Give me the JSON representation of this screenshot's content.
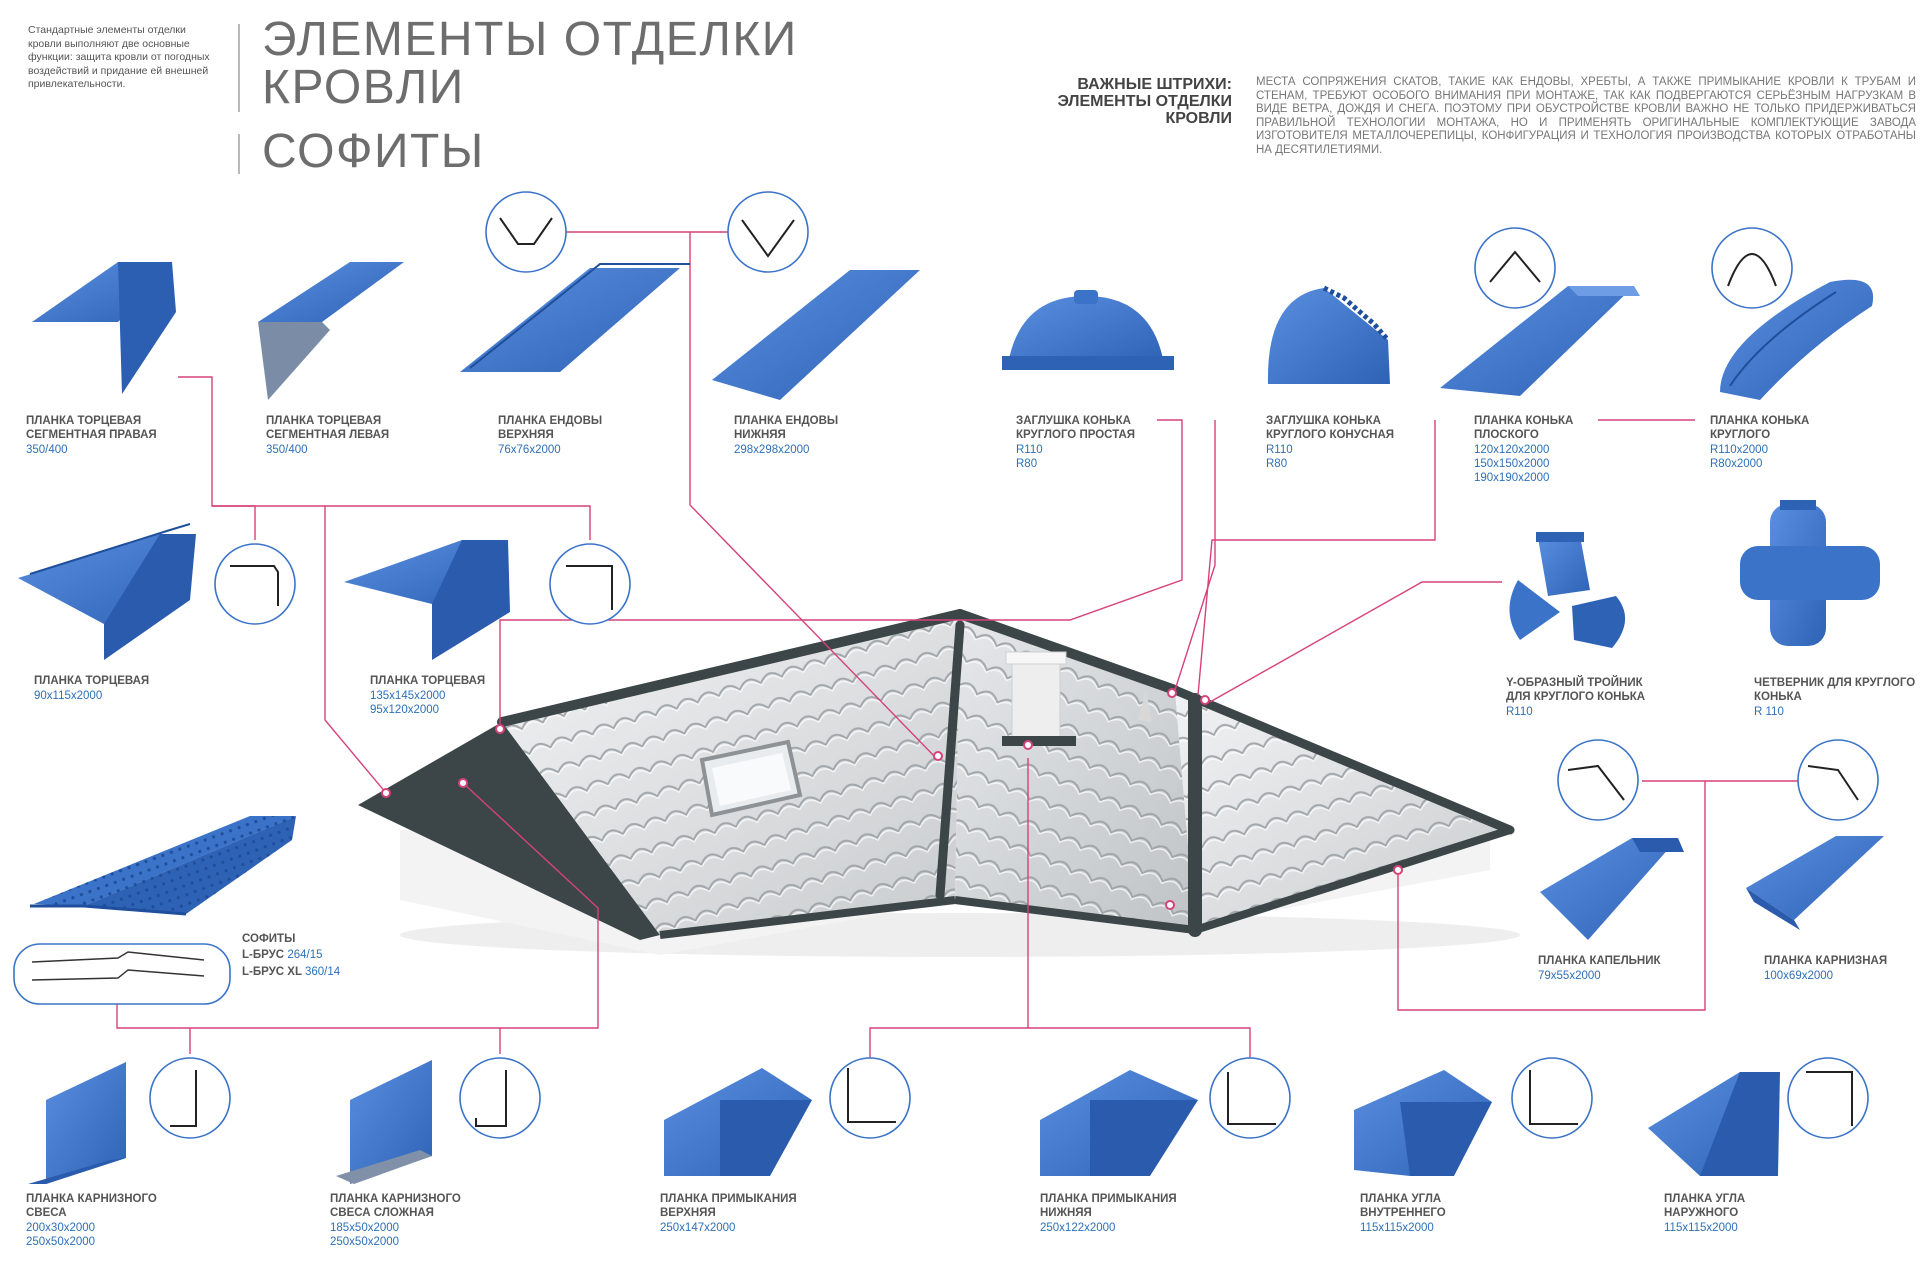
{
  "intro": "Стандартные элементы отделки кровли выполняют две основные функции: защита кровли от погодных воздействий и придание ей внешней привлекательности.",
  "title_line1": "ЭЛЕМЕНТЫ ОТДЕЛКИ",
  "title_line2": "КРОВЛИ",
  "subtitle": "СОФИТЫ",
  "note_heading": "ВАЖНЫЕ ШТРИХИ: ЭЛЕМЕНТЫ ОТДЕЛКИ КРОВЛИ",
  "note_body": "МЕСТА СОПРЯЖЕНИЯ СКАТОВ, ТАКИЕ КАК ЕНДОВЫ, ХРЕБТЫ, А ТАКЖЕ ПРИМЫКАНИЕ КРОВЛИ К ТРУБАМ И СТЕНАМ, ТРЕБУЮТ ОСОБОГО ВНИМАНИЯ ПРИ МОНТАЖЕ, ТАК КАК ПОДВЕРГАЮТСЯ СЕРЬЁЗНЫМ НАГРУЗКАМ В ВИДЕ ВЕТРА, ДОЖДЯ И СНЕГА. ПОЭТОМУ ПРИ ОБУСТРОЙСТВЕ КРОВЛИ ВАЖНО НЕ ТОЛЬКО ПРИДЕРЖИВАТЬСЯ ПРАВИЛЬНОЙ ТЕХНОЛОГИИ МОНТАЖА, НО И ПРИМЕНЯТЬ ОРИГИНАЛЬНЫЕ КОМПЛЕКТУЮЩИЕ ЗАВОДА ИЗГОТОВИТЕЛЯ МЕТАЛЛОЧЕРЕПИЦЫ, КОНФИГУРАЦИЯ И ТЕХНОЛОГИЯ ПРОИЗВОДСТВА КОТОРЫХ ОТРАБОТАНЫ НА ДЕСЯТИЛЕТИЯМИ.",
  "colors": {
    "product_blue": "#3b73c8",
    "accent_line": "#d6427a",
    "roof_dark": "#3c4648",
    "tile": "#d9dcde",
    "dims": "#2d70b8"
  },
  "products": {
    "p1": {
      "name": [
        "ПЛАНКА ТОРЦЕВАЯ",
        "СЕГМЕНТНАЯ ПРАВАЯ"
      ],
      "dims": [
        "350/400"
      ]
    },
    "p2": {
      "name": [
        "ПЛАНКА ТОРЦЕВАЯ",
        "СЕГМЕНТНАЯ ЛЕВАЯ"
      ],
      "dims": [
        "350/400"
      ]
    },
    "p3": {
      "name": [
        "ПЛАНКА ЕНДОВЫ",
        "ВЕРХНЯЯ"
      ],
      "dims": [
        "76х76х2000"
      ]
    },
    "p4": {
      "name": [
        "ПЛАНКА ЕНДОВЫ",
        "НИЖНЯЯ"
      ],
      "dims": [
        "298х298х2000"
      ]
    },
    "p5": {
      "name": [
        "ЗАГЛУШКА КОНЬКА",
        "КРУГЛОГО ПРОСТАЯ"
      ],
      "dims": [
        "R110",
        "R80"
      ]
    },
    "p6": {
      "name": [
        "ЗАГЛУШКА КОНЬКА",
        "КРУГЛОГО КОНУСНАЯ"
      ],
      "dims": [
        "R110",
        "R80"
      ]
    },
    "p7": {
      "name": [
        "ПЛАНКА КОНЬКА",
        "ПЛОСКОГО"
      ],
      "dims": [
        "120х120х2000",
        "150х150х2000",
        "190х190х2000"
      ]
    },
    "p8": {
      "name": [
        "ПЛАНКА КОНЬКА",
        "КРУГЛОГО"
      ],
      "dims": [
        "R110х2000",
        "R80х2000"
      ]
    },
    "p9": {
      "name": [
        "ПЛАНКА ТОРЦЕВАЯ"
      ],
      "dims": [
        "90х115х2000"
      ]
    },
    "p10": {
      "name": [
        "ПЛАНКА ТОРЦЕВАЯ"
      ],
      "dims": [
        "135х145х2000",
        "95х120х2000"
      ]
    },
    "p11": {
      "name": [
        "Y-ОБРАЗНЫЙ ТРОЙНИК",
        "ДЛЯ КРУГЛОГО КОНЬКА"
      ],
      "dims": [
        "R110"
      ]
    },
    "p12": {
      "name": [
        "ЧЕТВЕРНИК ДЛЯ КРУГЛОГО",
        "КОНЬКА"
      ],
      "dims": [
        "R 110"
      ]
    },
    "p13": {
      "name": [
        "ПЛАНКА КАПЕЛЬНИК"
      ],
      "dims": [
        "79х55х2000"
      ]
    },
    "p14": {
      "name": [
        "ПЛАНКА КАРНИЗНАЯ"
      ],
      "dims": [
        "100х69х2000"
      ]
    },
    "p15": {
      "name": [
        "ПЛАНКА КАРНИЗНОГО",
        "СВЕСА"
      ],
      "dims": [
        "200х30х2000",
        "250х50х2000"
      ]
    },
    "p16": {
      "name": [
        "ПЛАНКА КАРНИЗНОГО",
        "СВЕСА СЛОЖНАЯ"
      ],
      "dims": [
        "185х50х2000",
        "250х50х2000"
      ]
    },
    "p17": {
      "name": [
        "ПЛАНКА ПРИМЫКАНИЯ",
        "ВЕРХНЯЯ"
      ],
      "dims": [
        "250х147х2000"
      ]
    },
    "p18": {
      "name": [
        "ПЛАНКА ПРИМЫКАНИЯ",
        "НИЖНЯЯ"
      ],
      "dims": [
        "250х122х2000"
      ]
    },
    "p19": {
      "name": [
        "ПЛАНКА УГЛА",
        "ВНУТРЕННЕГО"
      ],
      "dims": [
        "115х115х2000"
      ]
    },
    "p20": {
      "name": [
        "ПЛАНКА УГЛА",
        "НАРУЖНОГО"
      ],
      "dims": [
        "115х115х2000"
      ]
    }
  },
  "soffit": {
    "name": "СОФИТЫ",
    "rows": [
      {
        "label": "L-БРУС",
        "value": "264/15"
      },
      {
        "label": "L-БРУС XL",
        "value": "360/14"
      }
    ]
  }
}
